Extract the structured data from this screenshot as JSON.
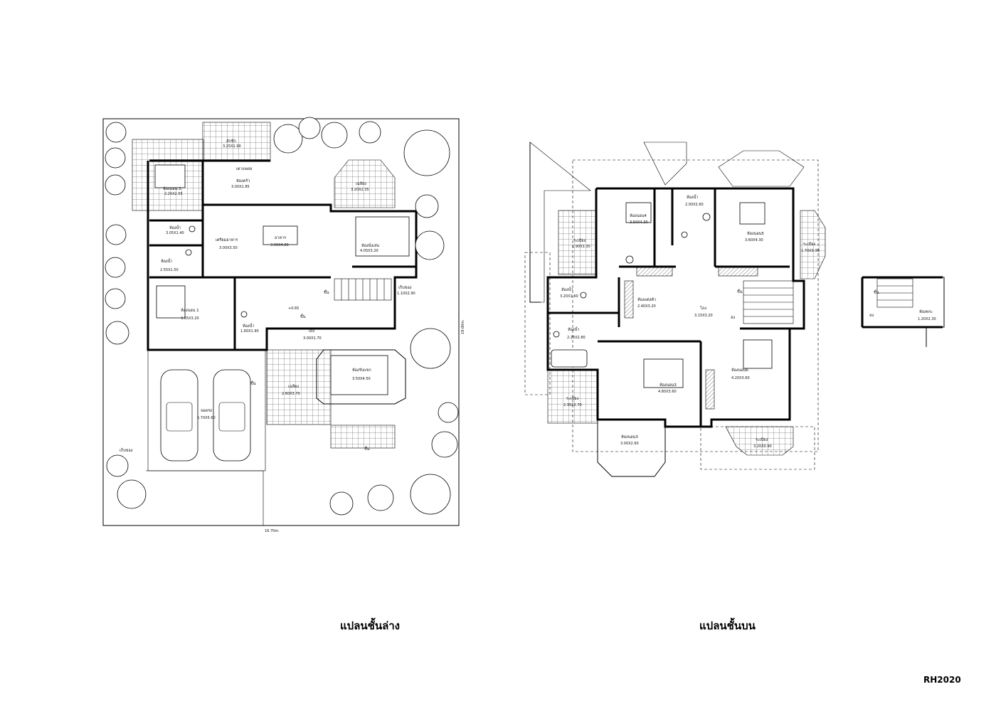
{
  "ground_floor": {
    "title": "แปลนชั้นล่าง",
    "rooms": [
      {
        "name": "ลักซัก",
        "size": "3.25X1.90"
      },
      {
        "name": "เตาแพลอ",
        "size": ""
      },
      {
        "name": "ห้องครัว",
        "size": "3.00X1.85"
      },
      {
        "name": "ห้องนอน 2",
        "size": "2.25X2.55"
      },
      {
        "name": "เฉลียง",
        "size": "3.20X2.35"
      },
      {
        "name": "ห้องน้ำ",
        "size": "3.05X1.40"
      },
      {
        "name": "ห้องน้ำ",
        "size": "2.55X1.50"
      },
      {
        "name": "เตรียมอาหาร",
        "size": "3.00X3.50"
      },
      {
        "name": "อาหาร",
        "size": "3.00X4.80"
      },
      {
        "name": "ห้องนั่งเล่น",
        "size": "4.05X3.20"
      },
      {
        "name": "เก็บของ",
        "size": "1.10X2.90"
      },
      {
        "name": "ห้องนอน 1",
        "size": "3.65X3.20"
      },
      {
        "name": "ห้องน้ำ",
        "size": "1.60X1.90"
      },
      {
        "name": "โถง",
        "size": "3.00X1.70"
      },
      {
        "name": "ห้องรับแขก",
        "size": "3.50X4.50"
      },
      {
        "name": "เฉลียง",
        "size": "2.60X3.70"
      },
      {
        "name": "จอดรถ",
        "size": "5.70X5.60"
      },
      {
        "name": "เก็บของ",
        "size": ""
      }
    ],
    "labels": {
      "level": "+0.65",
      "up1": "ขึ้น",
      "up2": "ขึ้น",
      "up3": "ขึ้น",
      "up4": "ขึ้น",
      "width": "16.70m.",
      "depth": "19.00m."
    }
  },
  "upper_floor": {
    "title": "แปลนชั้นบน",
    "rooms": [
      {
        "name": "ห้องนอน4",
        "size": "3.50X4.30"
      },
      {
        "name": "ห้องน้ำ",
        "size": "2.00X2.60"
      },
      {
        "name": "ห้องนอน5",
        "size": "3.60X4.30"
      },
      {
        "name": "ระเบียง",
        "size": "1.90X3.30"
      },
      {
        "name": "ระเบียง",
        "size": "1.70X3.30"
      },
      {
        "name": "ห้องน้ำ",
        "size": "3.20X1.60"
      },
      {
        "name": "ห้องแต่งตัว",
        "size": "2.40X3.20"
      },
      {
        "name": "โถง",
        "size": "3.15X3.20"
      },
      {
        "name": "ห้องน้ำ",
        "size": "2.25X2.80"
      },
      {
        "name": "ห้องนอน3",
        "size": "4.80X3.60"
      },
      {
        "name": "ห้องนอน6",
        "size": "4.20X3.60"
      },
      {
        "name": "ระเบียง",
        "size": "2.35X2.70"
      },
      {
        "name": "ห้องนอน3",
        "size": "3.00X2.60"
      },
      {
        "name": "ระเบียง",
        "size": "3.20X0.90"
      }
    ],
    "labels": {
      "up": "ขึ้น",
      "down": "ลง"
    }
  },
  "stair_detail": {
    "room": {
      "name": "ห้องพระ",
      "size": "1.20X2.30"
    },
    "up": "ขึ้น",
    "down": "ลง"
  },
  "drawing_code": "RH2020"
}
